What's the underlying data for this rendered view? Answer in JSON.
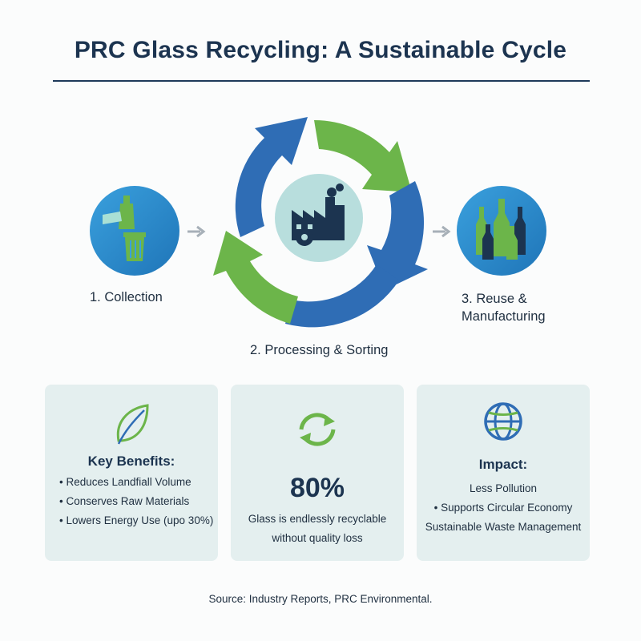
{
  "title": "PRC Glass Recycling: A Sustainable Cycle",
  "steps": [
    {
      "label": "1. Collection"
    },
    {
      "label": "2. Processing & Sorting"
    },
    {
      "label_line1": "3. Reuse &",
      "label_line2": "Manufacturing"
    }
  ],
  "cards": {
    "benefits": {
      "icon": "leaf-icon",
      "heading": "Key Benefits:",
      "items": [
        "Reduces Landfiall Volume",
        "Conserves Raw Materials",
        "Lowers Energy Use (upo 30%)"
      ]
    },
    "stat": {
      "icon": "recycle-arrows-icon",
      "value": "80%",
      "text_line1": "Glass is endlessly recyclable",
      "text_line2": "without quality loss"
    },
    "impact": {
      "icon": "globe-icon",
      "heading": "Impact:",
      "items": [
        "Less Pollution",
        "• Supports Circular Economy",
        "Sustainable Waste Management"
      ]
    }
  },
  "source": "Source: Industry Reports, PRC Environmental.",
  "colors": {
    "blue": "#2f6db5",
    "green": "#6cb54a",
    "navy": "#1c3450",
    "card_bg": "#e4efef",
    "circle_blue": "#2b8fd0"
  }
}
